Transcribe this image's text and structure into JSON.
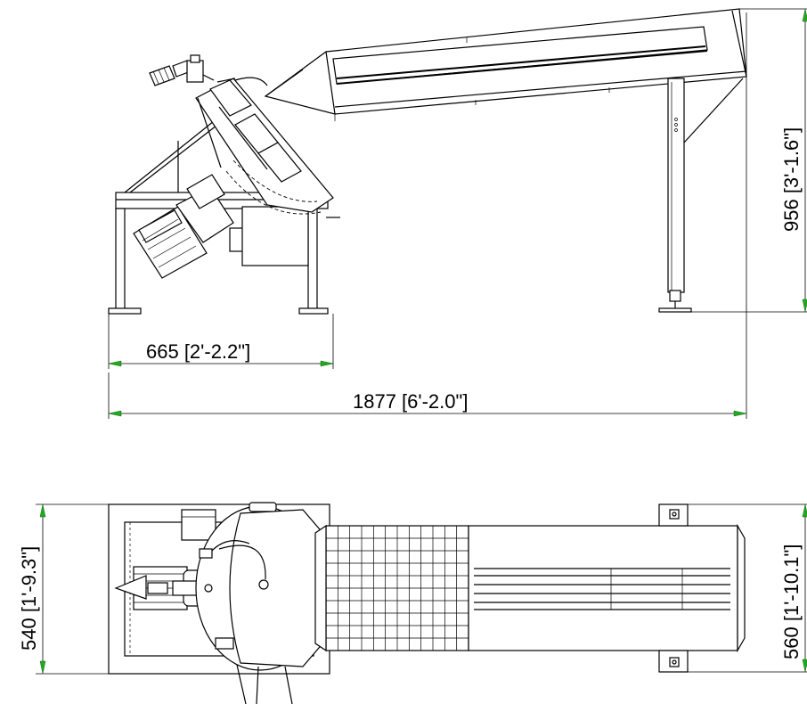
{
  "dimensions": {
    "side_base_width": "665 [2'-2.2\"]",
    "overall_length": "1877 [6'-2.0\"]",
    "overall_height": "956 [3'-1.6\"]",
    "top_frame_width": "540 [1'-9.3\"]",
    "top_conveyor_width": "560 [1'-10.1\"]"
  },
  "colors": {
    "line": "#000000",
    "dimension_arrow": "#22aa22",
    "background": "#ffffff"
  }
}
